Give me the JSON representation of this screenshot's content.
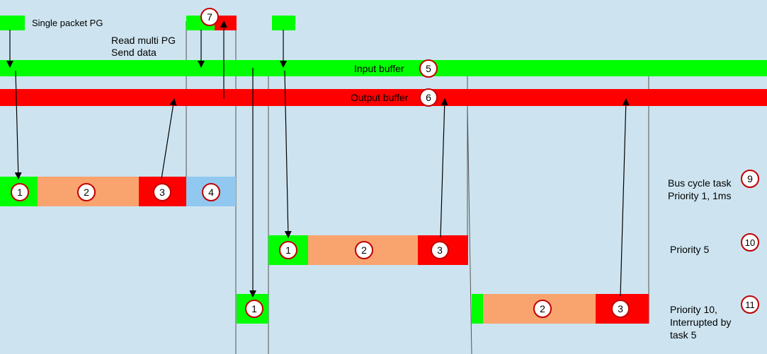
{
  "labels": {
    "single_packet": "Single packet PG",
    "read_multi": "Read multi PG",
    "send_data": "Send data",
    "input_buffer": "Input buffer",
    "output_buffer": "Output buffer",
    "bus_cycle_task": "Bus cycle task",
    "bus_cycle_priority": "Priority 1, 1ms",
    "priority5": "Priority 5",
    "priority10": "Priority 10,",
    "priority10_line2": "Interrupted by",
    "priority10_line3": "task 5"
  },
  "markers": {
    "m1": "1",
    "m2": "2",
    "m3": "3",
    "m4": "4",
    "m5": "5",
    "m6": "6",
    "m7": "7",
    "m9": "9",
    "m10": "10",
    "m11": "11"
  },
  "colors": {
    "background": "#cde4f0",
    "green": "#00ff00",
    "red": "#ff0000",
    "orange": "#f9a36e",
    "light_blue": "#90c8f0",
    "marker_ring": "#c00000",
    "line": "#444444"
  }
}
